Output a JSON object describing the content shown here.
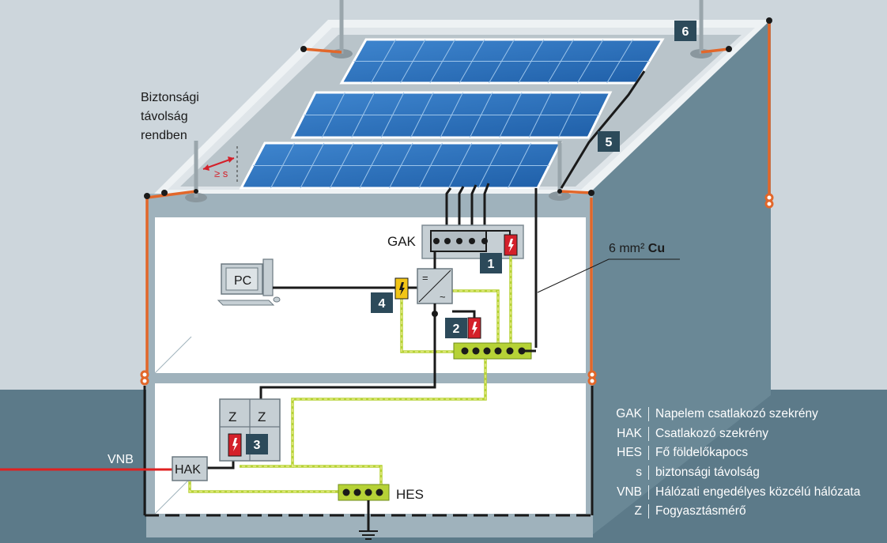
{
  "labels": {
    "safety_distance": [
      "Biztonsági",
      "távolság",
      "rendben"
    ],
    "distance_symbol": "≥ s",
    "gak": "GAK",
    "hak": "HAK",
    "hes": "HES",
    "vnb": "VNB",
    "pc": "PC",
    "meter_z1": "Z",
    "meter_z2": "Z",
    "cable_size": "6 mm²",
    "cable_material": "Cu",
    "inverter_dc": "=",
    "inverter_ac": "~"
  },
  "markers": [
    "1",
    "2",
    "3",
    "4",
    "5",
    "6"
  ],
  "legend": [
    {
      "abbr": "GAK",
      "desc": "Napelem csatlakozó szekrény"
    },
    {
      "abbr": "HAK",
      "desc": "Csatlakozó szekrény"
    },
    {
      "abbr": "HES",
      "desc": "Fő földelőkapocs"
    },
    {
      "abbr": "s",
      "desc": "biztonsági távolság"
    },
    {
      "abbr": "VNB",
      "desc": "Hálózati engedélyes közcélú hálózata"
    },
    {
      "abbr": "Z",
      "desc": "Fogyasztásmérő"
    }
  ],
  "colors": {
    "sky": "#cdd6dc",
    "ground": "#5c7a89",
    "building_side": "#6a8896",
    "panel_blue": "#2d73bd",
    "marker_bg": "#2c4a5a",
    "lightning_conductor": "#e2672a",
    "equipotential": "#b6d236",
    "surge_red": "#d4202a",
    "surge_yellow": "#f2c516",
    "grid_line": "#e02020"
  }
}
